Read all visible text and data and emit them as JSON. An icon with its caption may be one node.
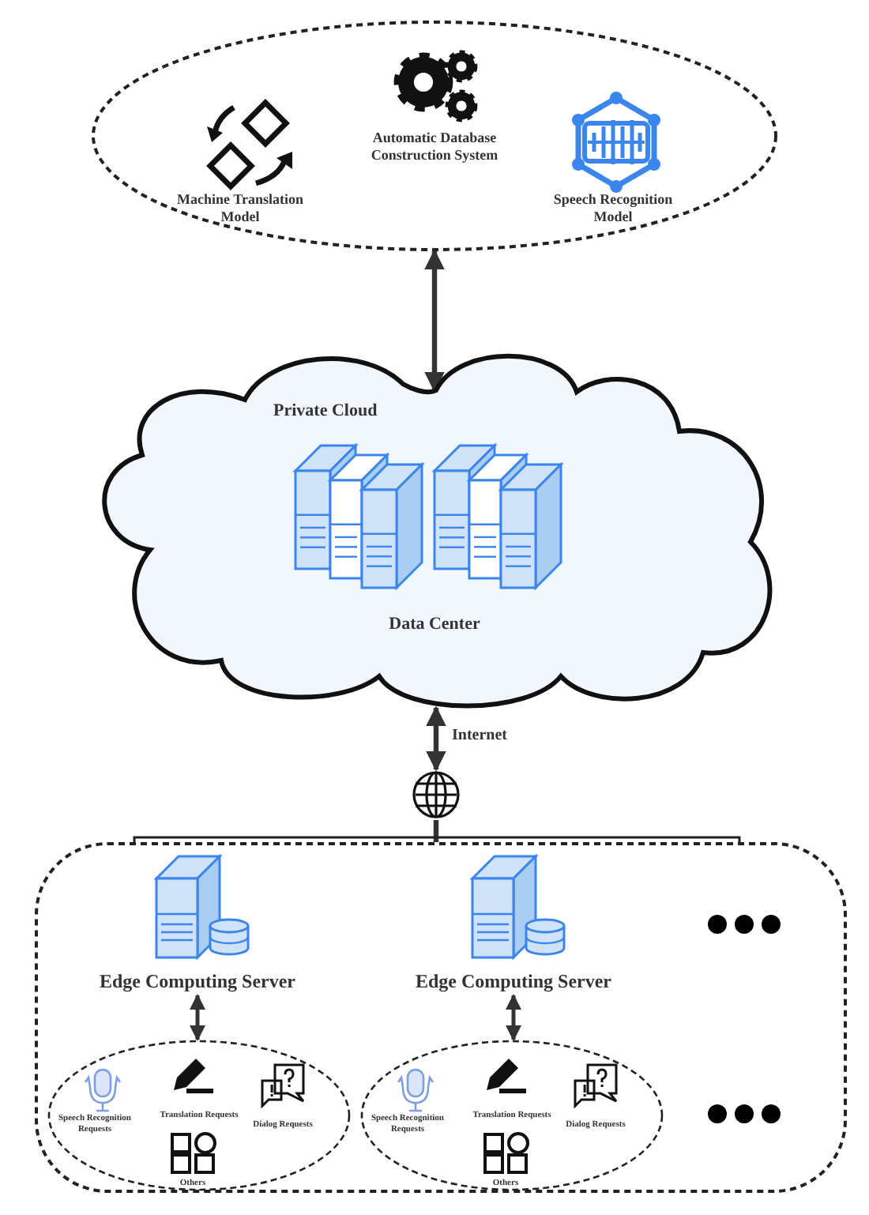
{
  "diagram": {
    "nodes": [
      {
        "text": [],
        "shape": "ellipse"
      },
      {
        "text": [
          "Machine Translation Model"
        ],
        "in": 0
      },
      {
        "text": [
          "Automatic Database Construction System"
        ],
        "in": 0
      },
      {
        "text": [
          "Speech Recognition Model"
        ],
        "in": 0
      },
      {
        "text": [
          "Private Cloud"
        ]
      },
      {
        "text": [
          "Data Center"
        ],
        "in": 4
      },
      {
        "text": [],
        "shape": "globe"
      },
      {
        "text": [],
        "shape": "box"
      },
      {
        "text": [
          "Edge Computing Server"
        ],
        "in": 7
      },
      {
        "text": [
          "Edge Computing Server"
        ],
        "in": 7
      },
      {
        "text": [],
        "shape": "ellipse",
        "in": 7
      },
      {
        "text": [
          "Speech Recognition Requests"
        ],
        "in": 10
      },
      {
        "text": [
          "Translation Requests"
        ],
        "in": 10
      },
      {
        "text": [
          "Dialog Requests"
        ],
        "in": 10
      },
      {
        "text": [
          "Others"
        ],
        "in": 10
      },
      {
        "text": [],
        "shape": "ellipse",
        "in": 7
      },
      {
        "text": [
          "Speech Recognition Requests"
        ],
        "in": 15
      },
      {
        "text": [
          "Translation Requests"
        ],
        "in": 15
      },
      {
        "text": [
          "Dialog Requests"
        ],
        "in": 15
      },
      {
        "text": [
          "Others"
        ],
        "in": 15
      }
    ],
    "edges": [
      {
        "from": 0,
        "to": 4,
        "arrow": "both"
      },
      {
        "from": 4,
        "to": 6,
        "arrow": "both",
        "label": "Internet"
      },
      {
        "from": 6,
        "to": 7,
        "arrow": "none"
      },
      {
        "from": 8,
        "to": 10,
        "arrow": "both"
      },
      {
        "from": 9,
        "to": 15,
        "arrow": "both"
      }
    ]
  }
}
